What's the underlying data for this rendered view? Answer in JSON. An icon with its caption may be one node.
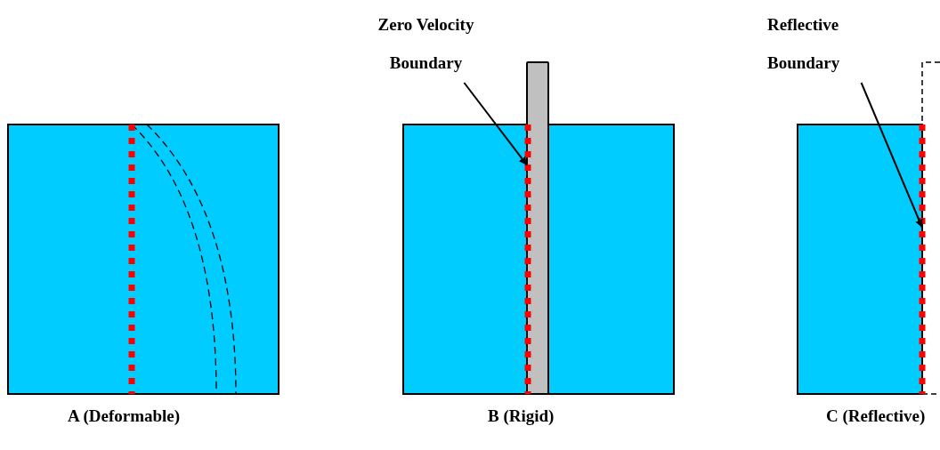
{
  "diagram": {
    "nodes": [
      {
        "text": [],
        "shape": "box",
        "beside": [
          "A (Deformable)"
        ]
      },
      {
        "text": [],
        "shape": "box",
        "beside": [
          "B (Rigid)"
        ]
      },
      {
        "text": [],
        "shape": "bar"
      },
      {
        "text": [
          "Zero Velocity Boundary"
        ]
      },
      {
        "text": [],
        "shape": "box",
        "beside": [
          "C (Reflective)"
        ]
      },
      {
        "text": [
          "Reflective Boundary"
        ]
      }
    ],
    "edges": [
      {
        "from": 3,
        "to": 2,
        "arrow": "to"
      },
      {
        "from": 5,
        "to": 4,
        "arrow": "to"
      }
    ]
  }
}
